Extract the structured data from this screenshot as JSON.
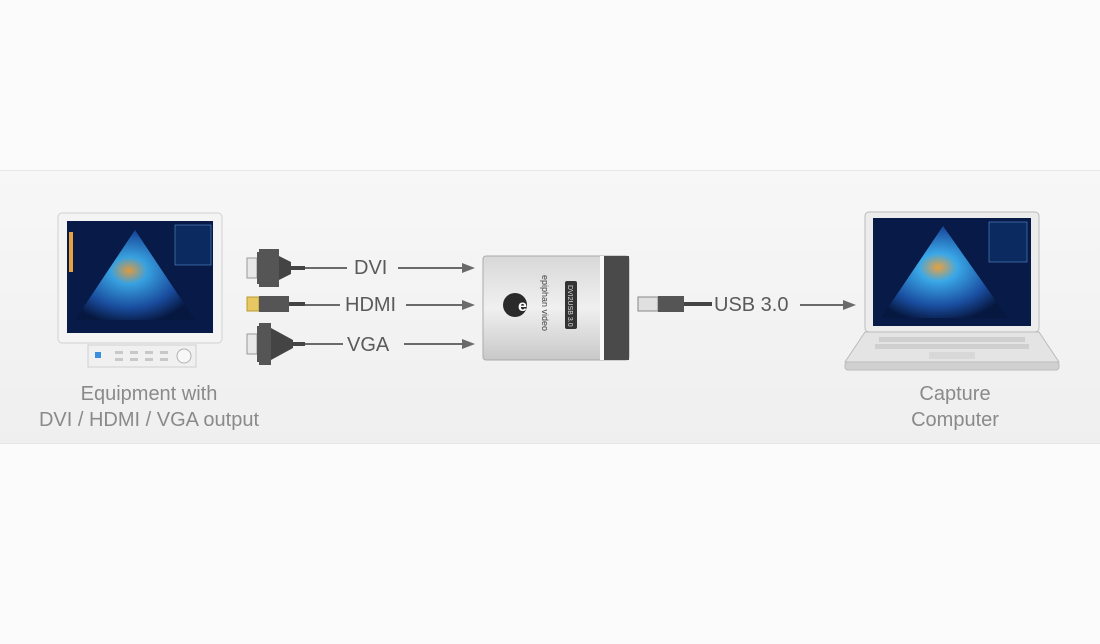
{
  "diagram": {
    "inputs": [
      {
        "label": "DVI",
        "icon": "dvi-connector-icon"
      },
      {
        "label": "HDMI",
        "icon": "hdmi-connector-icon"
      },
      {
        "label": "VGA",
        "icon": "vga-connector-icon"
      }
    ],
    "output": {
      "label": "USB 3.0",
      "icon": "usb-connector-icon"
    },
    "source": {
      "caption_line1": "Equipment with",
      "caption_line2": "DVI / HDMI / VGA output"
    },
    "destination": {
      "caption_line1": "Capture",
      "caption_line2": "Computer"
    },
    "device": {
      "brand": "epiphan video",
      "model_badge": "DVI2USB 3.0"
    },
    "colors": {
      "arrow": "#6a6a6a",
      "text": "#5a5a5a",
      "caption": "#8a8a8a"
    }
  }
}
